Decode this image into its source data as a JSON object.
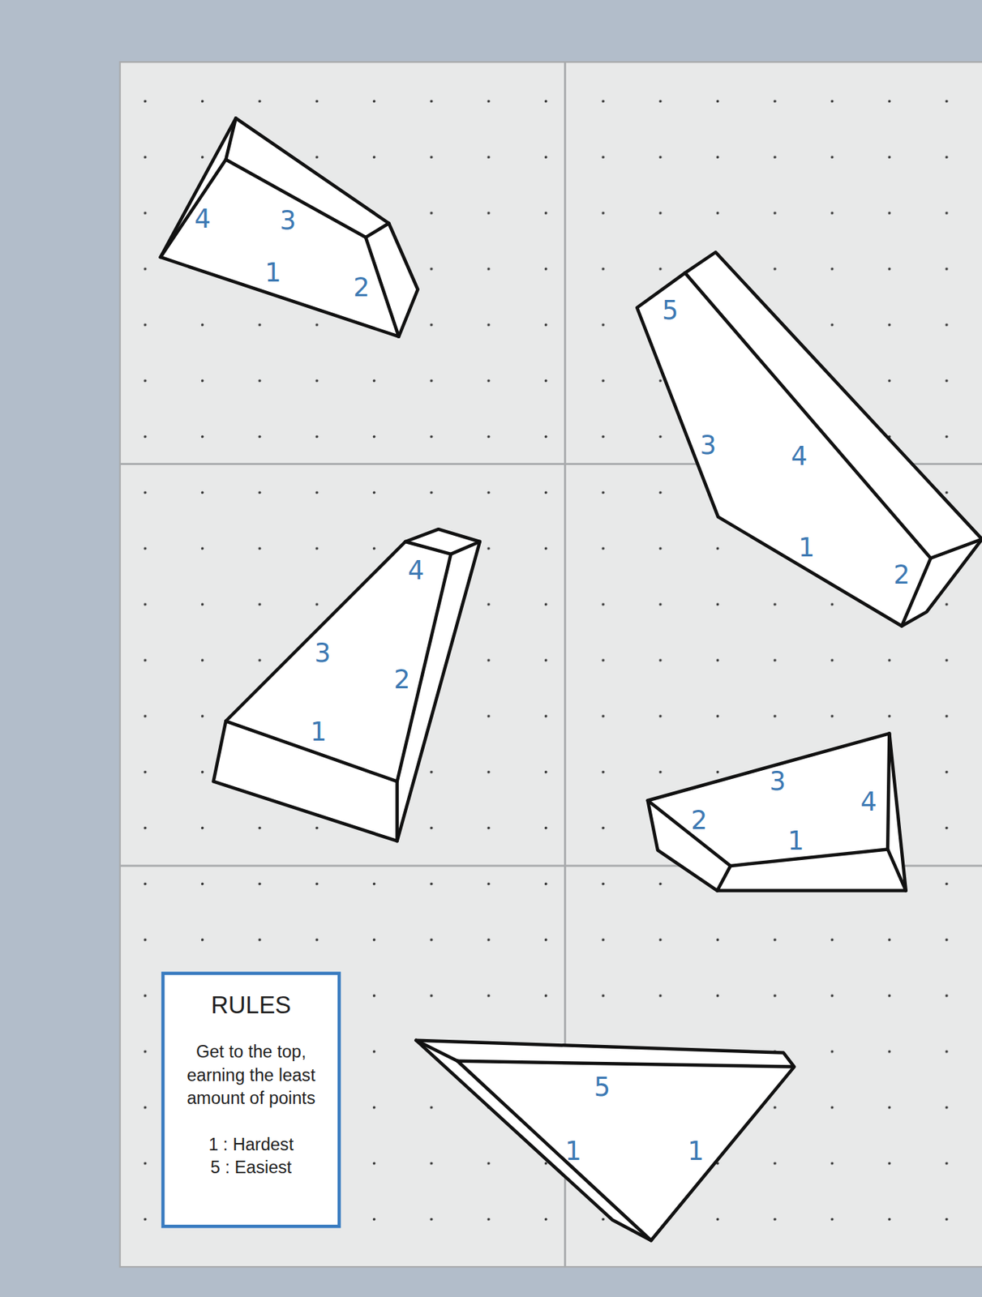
{
  "diagram": {
    "nodes": [
      {
        "text": [
          "4",
          "3",
          "1",
          "2"
        ]
      },
      {
        "text": [
          "5",
          "3",
          "4",
          "1",
          "2"
        ]
      },
      {
        "text": [
          "4",
          "3",
          "2",
          "1"
        ]
      },
      {
        "text": [
          "3",
          "4",
          "2",
          "1"
        ]
      },
      {
        "text": [
          "RULES",
          "Get to the top, earning the least amount of points",
          "1 : Hardest",
          "5 : Easiest"
        ]
      },
      {
        "text": [
          "5",
          "1",
          "1"
        ]
      }
    ]
  }
}
